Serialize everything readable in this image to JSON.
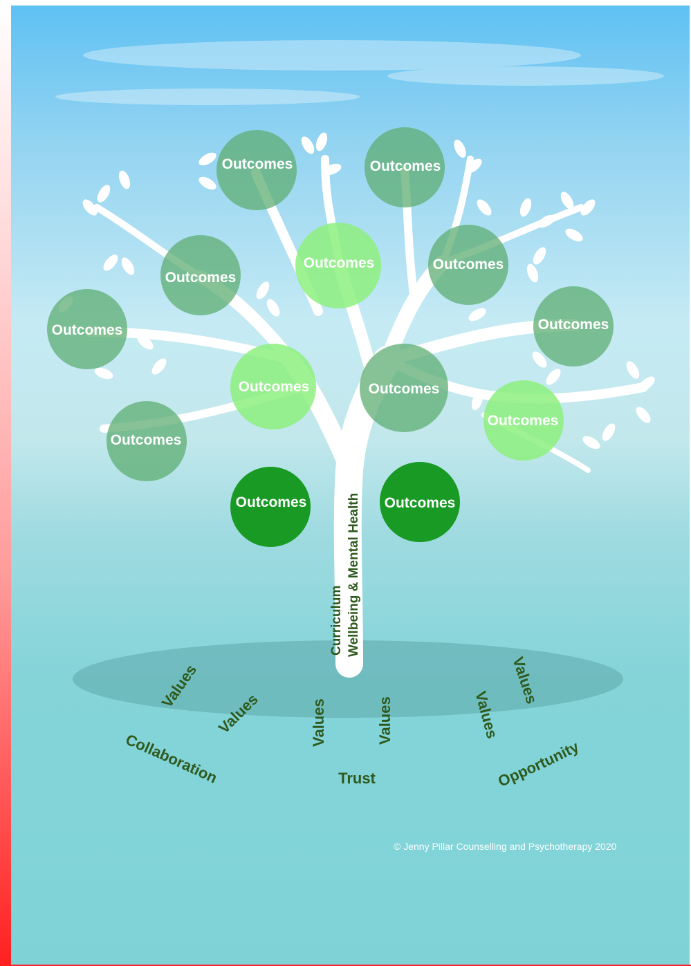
{
  "colors": {
    "sky_top": "#5fc1f3",
    "sea": "#7fd3d7",
    "tree": "#ffffff",
    "bubble_muted": "#5fae73",
    "bubble_light": "#8ef07e",
    "bubble_dark": "#189a24",
    "text_dark_green": "#2f5a1e",
    "border": "#ff2020"
  },
  "trunk": {
    "line1": "Curriculum",
    "line2": "Wellbeing & Mental Health"
  },
  "outcomes": [
    {
      "label": "Outcomes",
      "style": "muted"
    },
    {
      "label": "Outcomes",
      "style": "muted"
    },
    {
      "label": "Outcomes",
      "style": "light"
    },
    {
      "label": "Outcomes",
      "style": "muted"
    },
    {
      "label": "Outcomes",
      "style": "muted"
    },
    {
      "label": "Outcomes",
      "style": "muted"
    },
    {
      "label": "Outcomes",
      "style": "muted"
    },
    {
      "label": "Outcomes",
      "style": "light"
    },
    {
      "label": "Outcomes",
      "style": "muted"
    },
    {
      "label": "Outcomes",
      "style": "light"
    },
    {
      "label": "Outcomes",
      "style": "muted"
    },
    {
      "label": "Outcomes",
      "style": "dark"
    },
    {
      "label": "Outcomes",
      "style": "dark"
    }
  ],
  "roots": {
    "values": [
      "Values",
      "Values",
      "Values",
      "Values",
      "Values",
      "Values"
    ],
    "collaboration": "Collaboration",
    "trust": "Trust",
    "opportunity": "Opportunity"
  },
  "copyright": "© Jenny Pillar Counselling and Psychotherapy 2020"
}
